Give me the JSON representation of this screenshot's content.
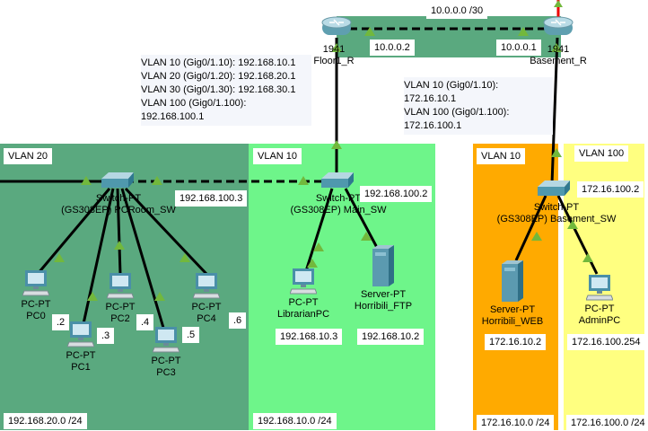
{
  "colors": {
    "vlan20": "#5aa97f",
    "vlan10_floor": "#6ef58a",
    "vlan10_basement": "#ffaa00",
    "vlan100": "#ffff80",
    "wan": "#5aa97f",
    "link_up": "#72b83c"
  },
  "wan": {
    "network": "10.0.0.0 /30",
    "floor_ip": "10.0.0.2",
    "basement_ip": "10.0.0.1"
  },
  "routers": [
    {
      "model": "1941",
      "name": "Floor1_R",
      "icon": "router-icon"
    },
    {
      "model": "1941",
      "name": "Basement_R",
      "icon": "router-icon"
    }
  ],
  "floor_subifs": [
    "VLAN 10 (Gig0/1.10): 192.168.10.1",
    "VLAN 20 (Gig0/1.20): 192.168.20.1",
    "VLAN 30 (Gig0/1.30): 192.168.30.1",
    "VLAN 100 (Gig0/1.100): 192.168.100.1"
  ],
  "basement_subifs": [
    "VLAN 10 (Gig0/1.10): 172.16.10.1",
    "VLAN 100 (Gig0/1.100): 172.16.100.1"
  ],
  "zones": [
    {
      "label": "VLAN 20",
      "subnet": "192.168.20.0 /24"
    },
    {
      "label": "VLAN 10",
      "subnet": "192.168.10.0 /24"
    },
    {
      "label": "VLAN 10",
      "subnet": "172.16.10.0 /24"
    },
    {
      "label": "VLAN 100",
      "subnet": "172.16.100.0 /24"
    }
  ],
  "switches": [
    {
      "type": "Switch-PT",
      "name": "(GS308EP) PCRoom_SW",
      "ip": "192.168.100.3"
    },
    {
      "type": "Switch-PT",
      "name": "(GS308EP) Main_SW",
      "ip": "192.168.100.2"
    },
    {
      "type": "Switch-PT",
      "name": "(GS308EP) Basement_SW",
      "ip": "172.16.100.2"
    }
  ],
  "hosts": [
    {
      "type": "PC-PT",
      "name": "PC0",
      "ip": ".2"
    },
    {
      "type": "PC-PT",
      "name": "PC1",
      "ip": ".3"
    },
    {
      "type": "PC-PT",
      "name": "PC2",
      "ip": ".4"
    },
    {
      "type": "PC-PT",
      "name": "PC3",
      "ip": ".5"
    },
    {
      "type": "PC-PT",
      "name": "PC4",
      "ip": ".6"
    },
    {
      "type": "PC-PT",
      "name": "LibrarianPC",
      "ip": "192.168.10.3"
    },
    {
      "type": "Server-PT",
      "name": "Horribili_FTP",
      "ip": "192.168.10.2"
    },
    {
      "type": "Server-PT",
      "name": "Horribili_WEB",
      "ip": "172.16.10.2"
    },
    {
      "type": "PC-PT",
      "name": "AdminPC",
      "ip": "172.16.100.254"
    }
  ]
}
